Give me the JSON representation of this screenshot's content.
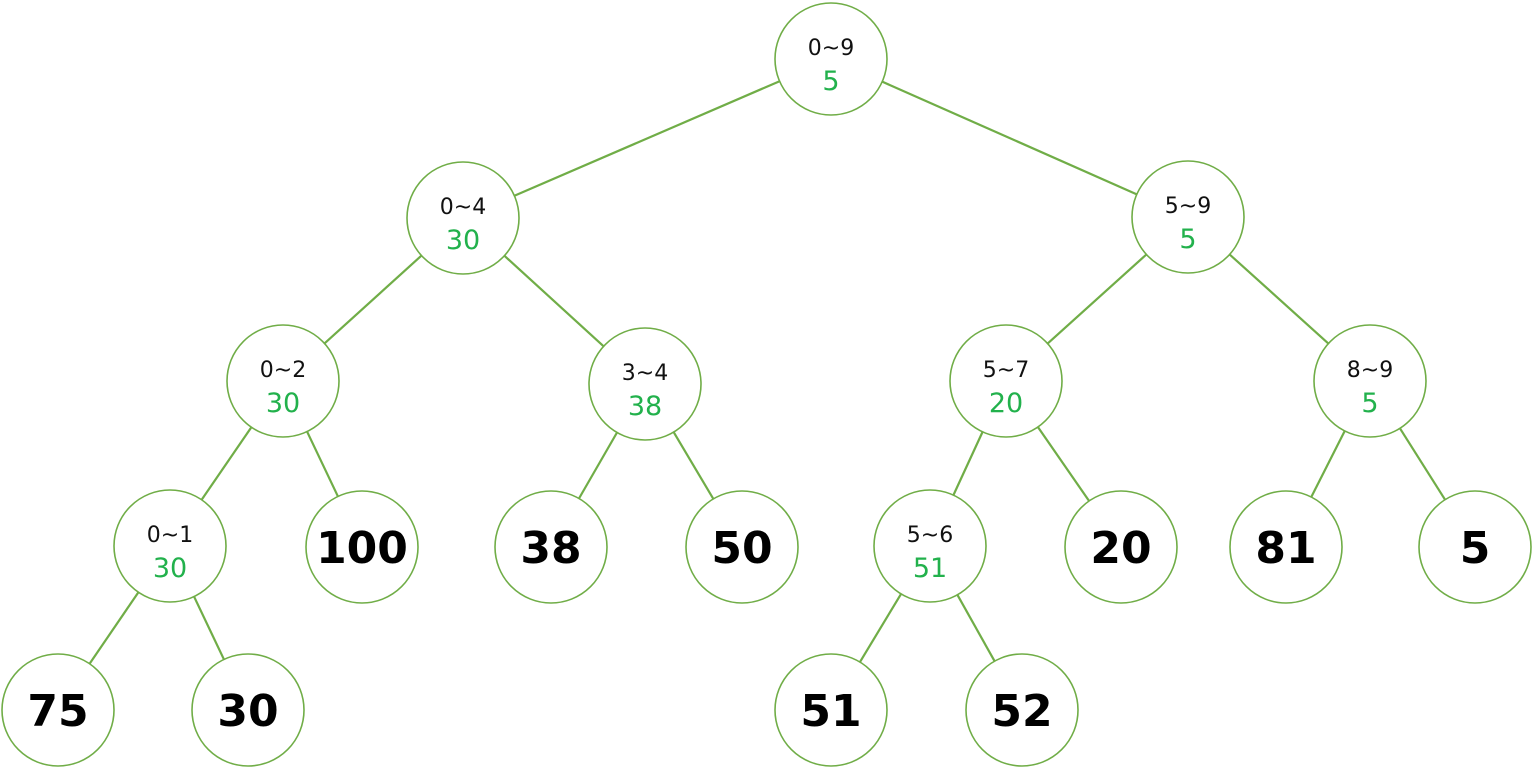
{
  "colors": {
    "edge": "#70ad47",
    "circle_stroke": "#70ad47",
    "min_value": "#22b14c",
    "range_text": "#111111",
    "leaf_text": "#000000",
    "background": "#ffffff"
  },
  "nodes": [
    {
      "id": "n-0-9",
      "range": "0~9",
      "min": "5"
    },
    {
      "id": "n-0-4",
      "range": "0~4",
      "min": "30"
    },
    {
      "id": "n-5-9",
      "range": "5~9",
      "min": "5"
    },
    {
      "id": "n-0-2",
      "range": "0~2",
      "min": "30"
    },
    {
      "id": "n-3-4",
      "range": "3~4",
      "min": "38"
    },
    {
      "id": "n-5-7",
      "range": "5~7",
      "min": "20"
    },
    {
      "id": "n-8-9",
      "range": "8~9",
      "min": "5"
    },
    {
      "id": "n-0-1",
      "range": "0~1",
      "min": "30"
    },
    {
      "id": "n-5-6",
      "range": "5~6",
      "min": "51"
    }
  ],
  "leaves": [
    {
      "id": "leaf-0",
      "value": "75"
    },
    {
      "id": "leaf-1",
      "value": "30"
    },
    {
      "id": "leaf-2",
      "value": "100"
    },
    {
      "id": "leaf-3",
      "value": "38"
    },
    {
      "id": "leaf-4",
      "value": "50"
    },
    {
      "id": "leaf-5",
      "value": "51"
    },
    {
      "id": "leaf-6",
      "value": "52"
    },
    {
      "id": "leaf-7",
      "value": "20"
    },
    {
      "id": "leaf-8",
      "value": "81"
    },
    {
      "id": "leaf-9",
      "value": "5"
    }
  ],
  "edges": [
    {
      "from": "n-0-9",
      "to": "n-0-4"
    },
    {
      "from": "n-0-9",
      "to": "n-5-9"
    },
    {
      "from": "n-0-4",
      "to": "n-0-2"
    },
    {
      "from": "n-0-4",
      "to": "n-3-4"
    },
    {
      "from": "n-5-9",
      "to": "n-5-7"
    },
    {
      "from": "n-5-9",
      "to": "n-8-9"
    },
    {
      "from": "n-0-2",
      "to": "n-0-1"
    },
    {
      "from": "n-0-2",
      "to": "leaf-2"
    },
    {
      "from": "n-3-4",
      "to": "leaf-3"
    },
    {
      "from": "n-3-4",
      "to": "leaf-4"
    },
    {
      "from": "n-5-7",
      "to": "n-5-6"
    },
    {
      "from": "n-5-7",
      "to": "leaf-7"
    },
    {
      "from": "n-8-9",
      "to": "leaf-8"
    },
    {
      "from": "n-8-9",
      "to": "leaf-9"
    },
    {
      "from": "n-0-1",
      "to": "leaf-0"
    },
    {
      "from": "n-0-1",
      "to": "leaf-1"
    },
    {
      "from": "n-5-6",
      "to": "leaf-5"
    },
    {
      "from": "n-5-6",
      "to": "leaf-6"
    }
  ]
}
